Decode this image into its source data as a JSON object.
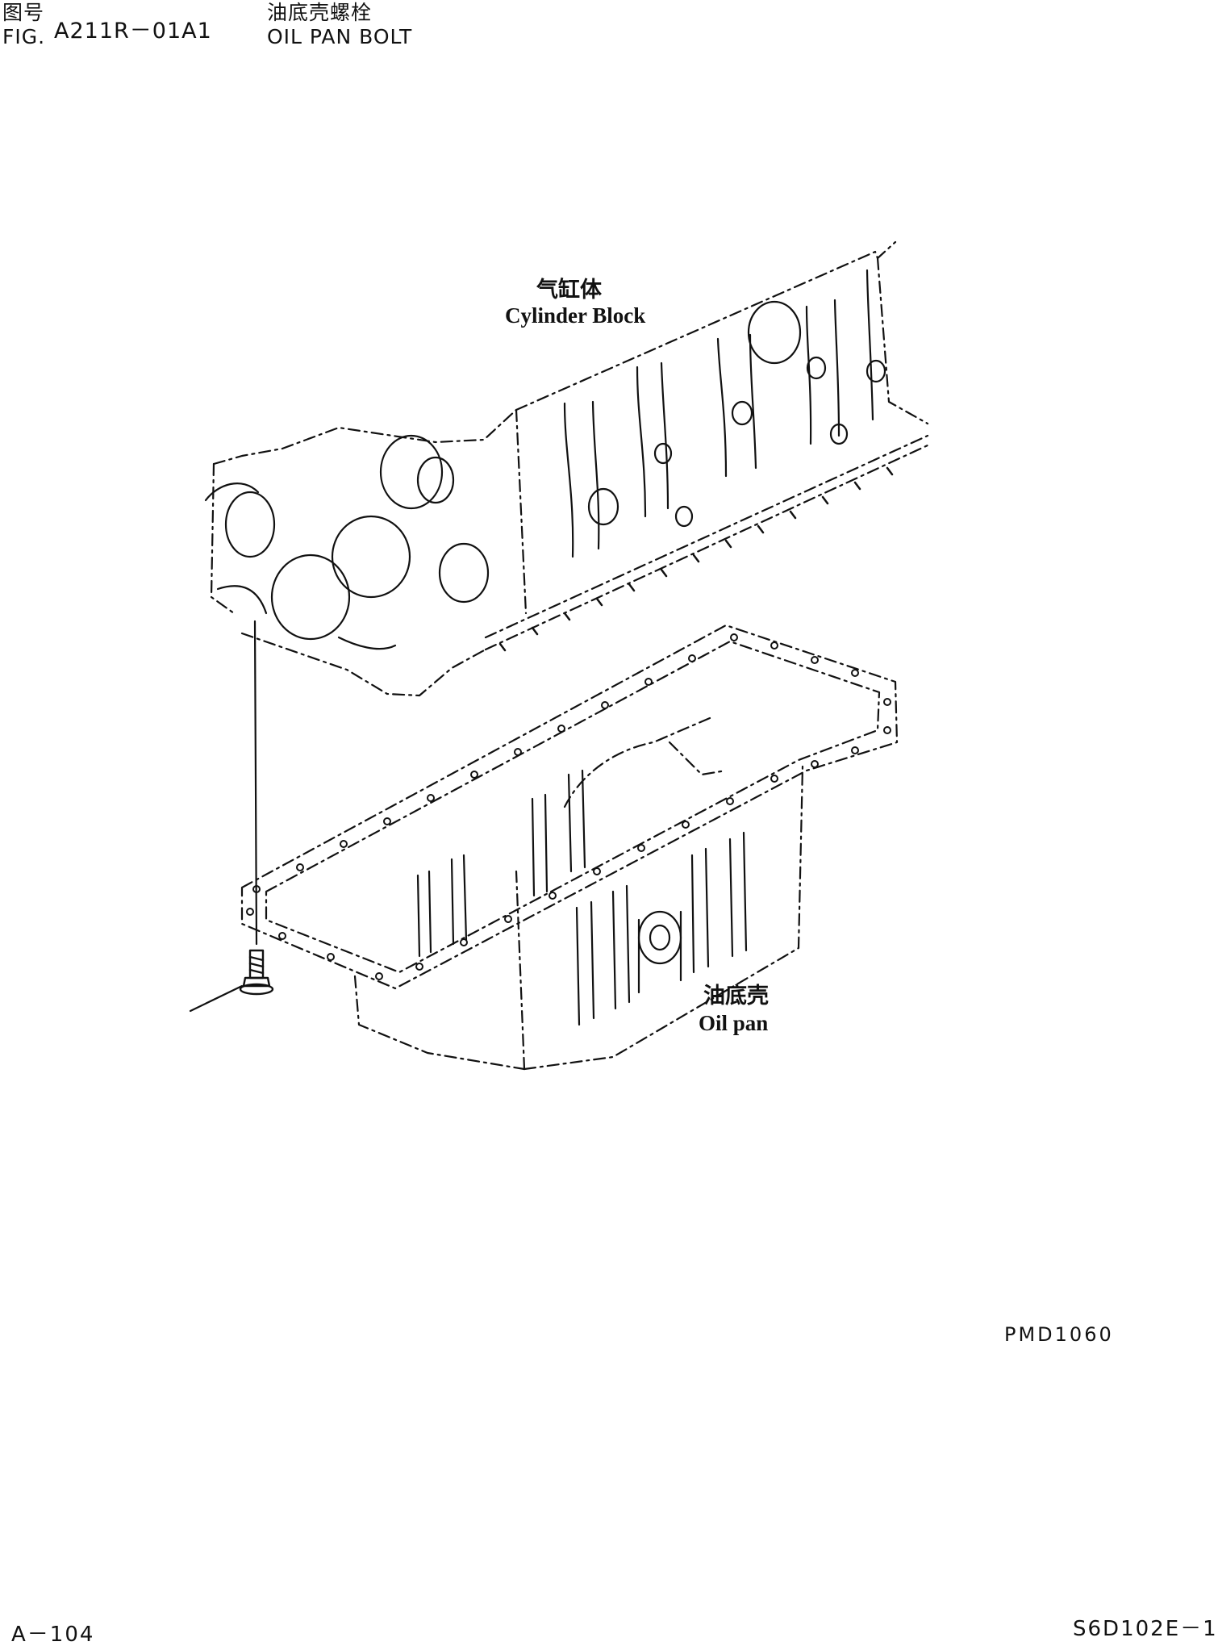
{
  "header": {
    "fig_label_cn": "图号",
    "fig_label_en": "FIG.",
    "fig_number": "A211R－01A1",
    "title_cn": "油底壳螺栓",
    "title_en": "OIL PAN BOLT"
  },
  "labels": {
    "cylinder_block_cn": "气缸体",
    "cylinder_block_en": "Cylinder Block",
    "oil_pan_cn": "油底壳",
    "oil_pan_en": "Oil pan"
  },
  "footer": {
    "drawing_code": "PMD1060",
    "page_number": "A－104",
    "model_code": "S6D102E－1"
  },
  "colors": {
    "ink": "#111111",
    "paper": "#ffffff"
  }
}
